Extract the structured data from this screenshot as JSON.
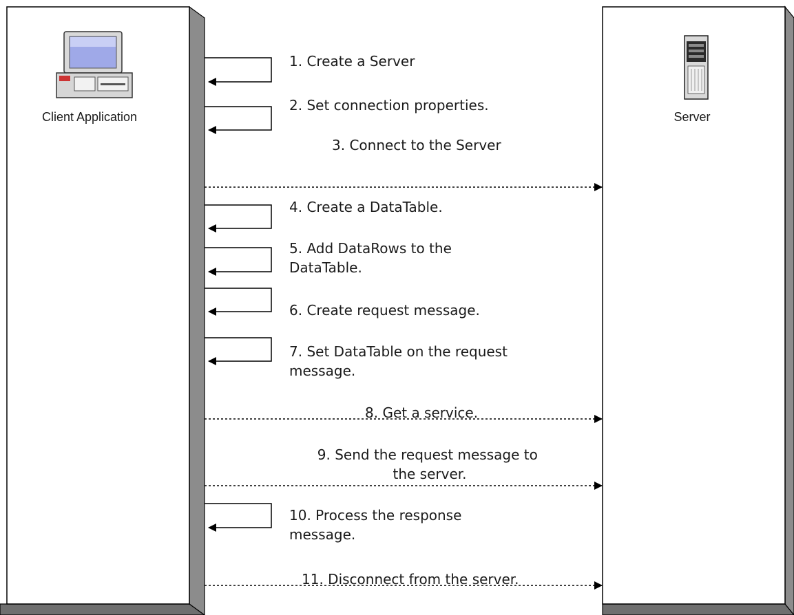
{
  "client": {
    "label": "Client Application",
    "icon": "desktop-computer-icon"
  },
  "server": {
    "label": "Server",
    "icon": "server-tower-icon"
  },
  "steps": [
    {
      "lines": [
        "1. Create a Server"
      ],
      "kind": "self"
    },
    {
      "lines": [
        "2. Set connection properties."
      ],
      "kind": "self"
    },
    {
      "lines": [
        "3. Connect to the Server"
      ],
      "kind": "message"
    },
    {
      "lines": [
        "4. Create a DataTable."
      ],
      "kind": "self"
    },
    {
      "lines": [
        "5. Add DataRows to the",
        "DataTable."
      ],
      "kind": "self"
    },
    {
      "lines": [
        "6. Create request message."
      ],
      "kind": "self"
    },
    {
      "lines": [
        "7. Set DataTable on the request",
        "message."
      ],
      "kind": "self"
    },
    {
      "lines": [
        "8. Get a service."
      ],
      "kind": "message"
    },
    {
      "lines": [
        "9. Send the request message to",
        "the server."
      ],
      "kind": "message"
    },
    {
      "lines": [
        "10. Process the response",
        "message."
      ],
      "kind": "self"
    },
    {
      "lines": [
        "11. Disconnect from the server."
      ],
      "kind": "message"
    }
  ]
}
